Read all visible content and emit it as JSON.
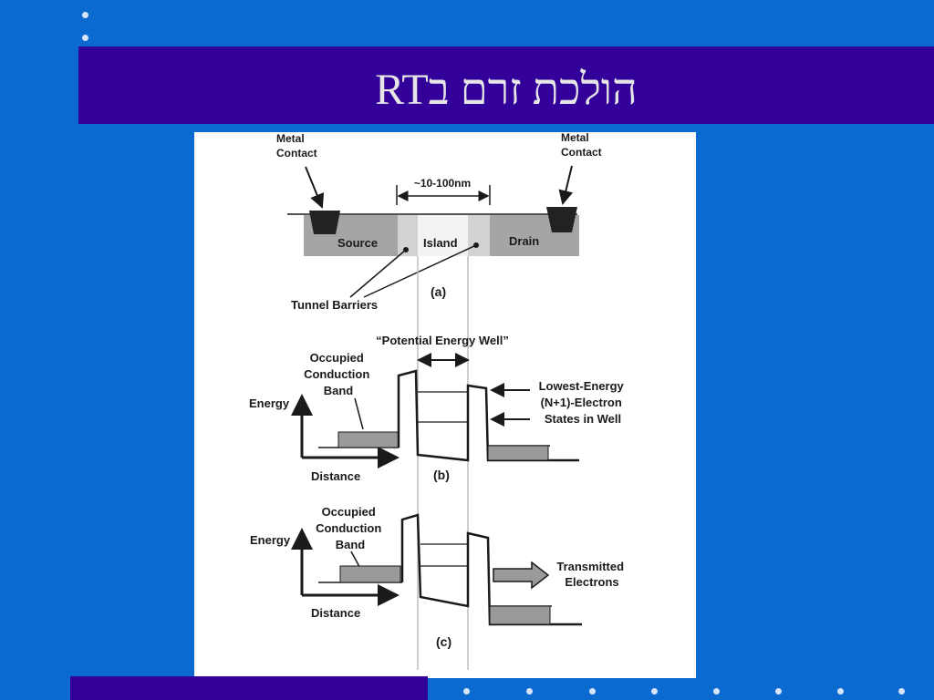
{
  "slide": {
    "title": "הולכת זרם בRT",
    "colors": {
      "background": "#0a6ad0",
      "title_bar": "#330099",
      "title_text": "#e6e6e6",
      "bullet_dot": "#d7e4f7"
    }
  },
  "figure": {
    "panel_a": {
      "metal_contact_left": [
        "Metal",
        "Contact"
      ],
      "metal_contact_right": [
        "Metal",
        "Contact"
      ],
      "width_label": "~10-100nm",
      "source": "Source",
      "island": "Island",
      "drain": "Drain",
      "tunnel_barriers": "Tunnel Barriers",
      "caption": "(a)"
    },
    "panel_b": {
      "well_label": "“Potential Energy Well”",
      "occupied_band": [
        "Occupied",
        "Conduction",
        "Band"
      ],
      "energy": "Energy",
      "distance": "Distance",
      "states_label": [
        "Lowest-Energy",
        "(N+1)-Electron",
        "States in Well"
      ],
      "caption": "(b)"
    },
    "panel_c": {
      "occupied_band": [
        "Occupied",
        "Conduction",
        "Band"
      ],
      "energy": "Energy",
      "distance": "Distance",
      "transmitted": [
        "Transmitted",
        "Electrons"
      ],
      "caption": "(c)"
    }
  }
}
